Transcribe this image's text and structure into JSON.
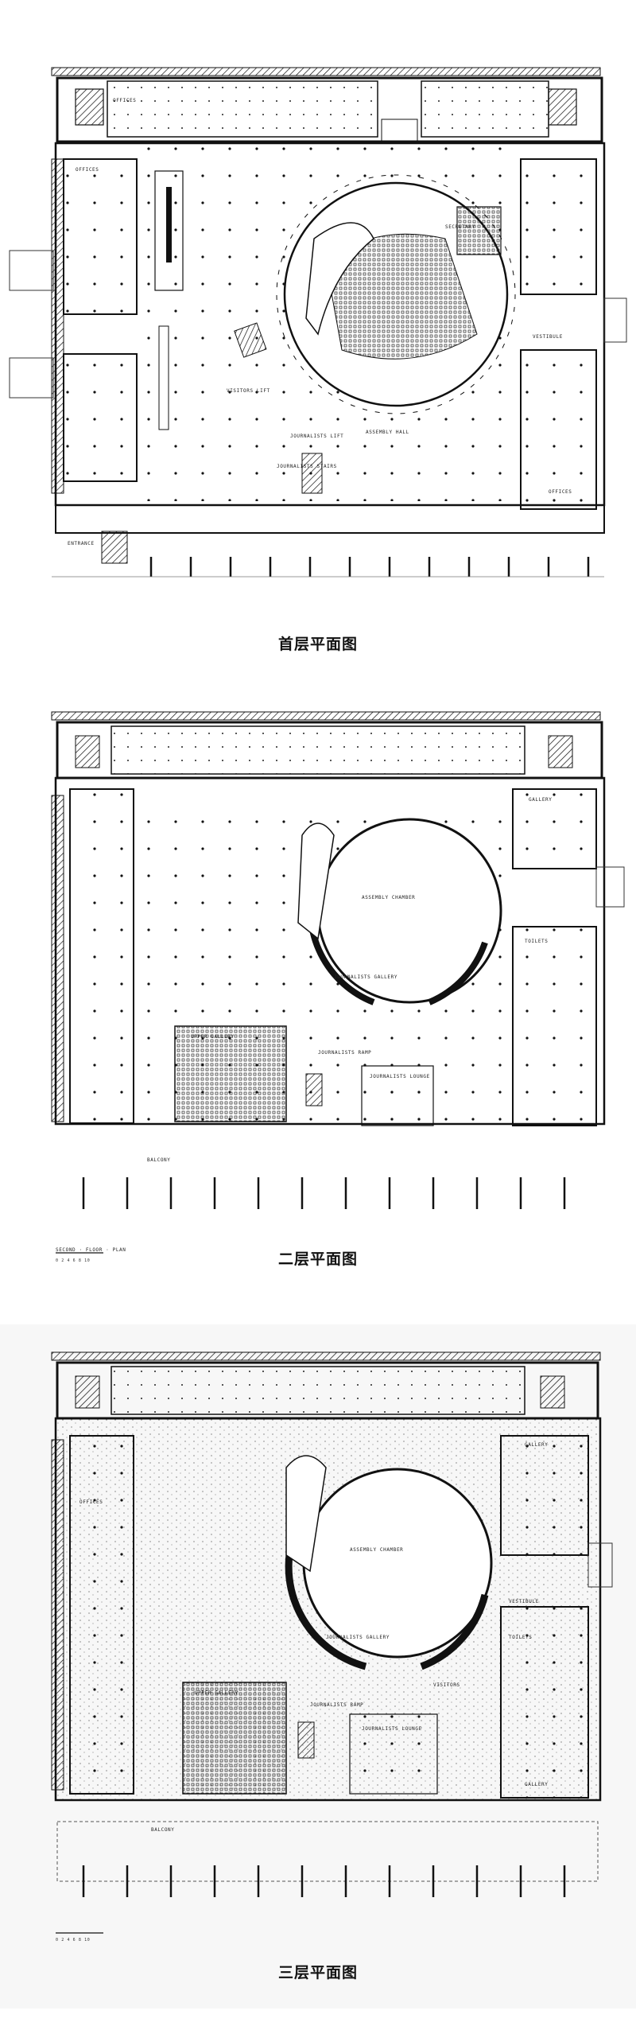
{
  "floors": [
    {
      "caption": "首层平面图",
      "labels": {
        "offices_top": "OFFICES",
        "assembly_hall": "ASSEMBLY HALL",
        "secretary": "SECRETARY",
        "journalists_stairs": "JOURNALISTS STAIRS",
        "visitors_lift": "VISITORS LIFT",
        "journalists_lift": "JOURNALISTS LIFT",
        "offices_left": "OFFICES",
        "offices_right": "OFFICES",
        "vestibule": "VESTIBULE",
        "entrance": "ENTRANCE"
      }
    },
    {
      "caption": "二层平面图",
      "plan_title": "SECOND · FLOOR · PLAN",
      "labels": {
        "assembly_chamber": "ASSEMBLY CHAMBER",
        "journalists_gallery": "JOURNALISTS GALLERY",
        "upper_gallery": "UPPER GALLERY",
        "journalists_lounge": "JOURNALISTS LOUNGE",
        "gallery": "GALLERY",
        "balcony": "BALCONY",
        "toilets": "TOILETS",
        "journalists_ramp": "JOURNALISTS RAMP"
      }
    },
    {
      "caption": "三层平面图",
      "labels": {
        "assembly_chamber": "ASSEMBLY CHAMBER",
        "journalists_gallery": "JOURNALISTS GALLERY",
        "upper_gallery": "UPPER GALLERY",
        "journalists_lounge": "JOURNALISTS LOUNGE",
        "gallery_top": "GALLERY",
        "gallery_bottom": "GALLERY",
        "balcony": "BALCONY",
        "offices": "OFFICES",
        "visitors": "VISITORS",
        "vestibule": "VESTIBULE",
        "toilets": "TOILETS",
        "journalists_ramp": "JOURNALISTS RAMP"
      }
    }
  ]
}
